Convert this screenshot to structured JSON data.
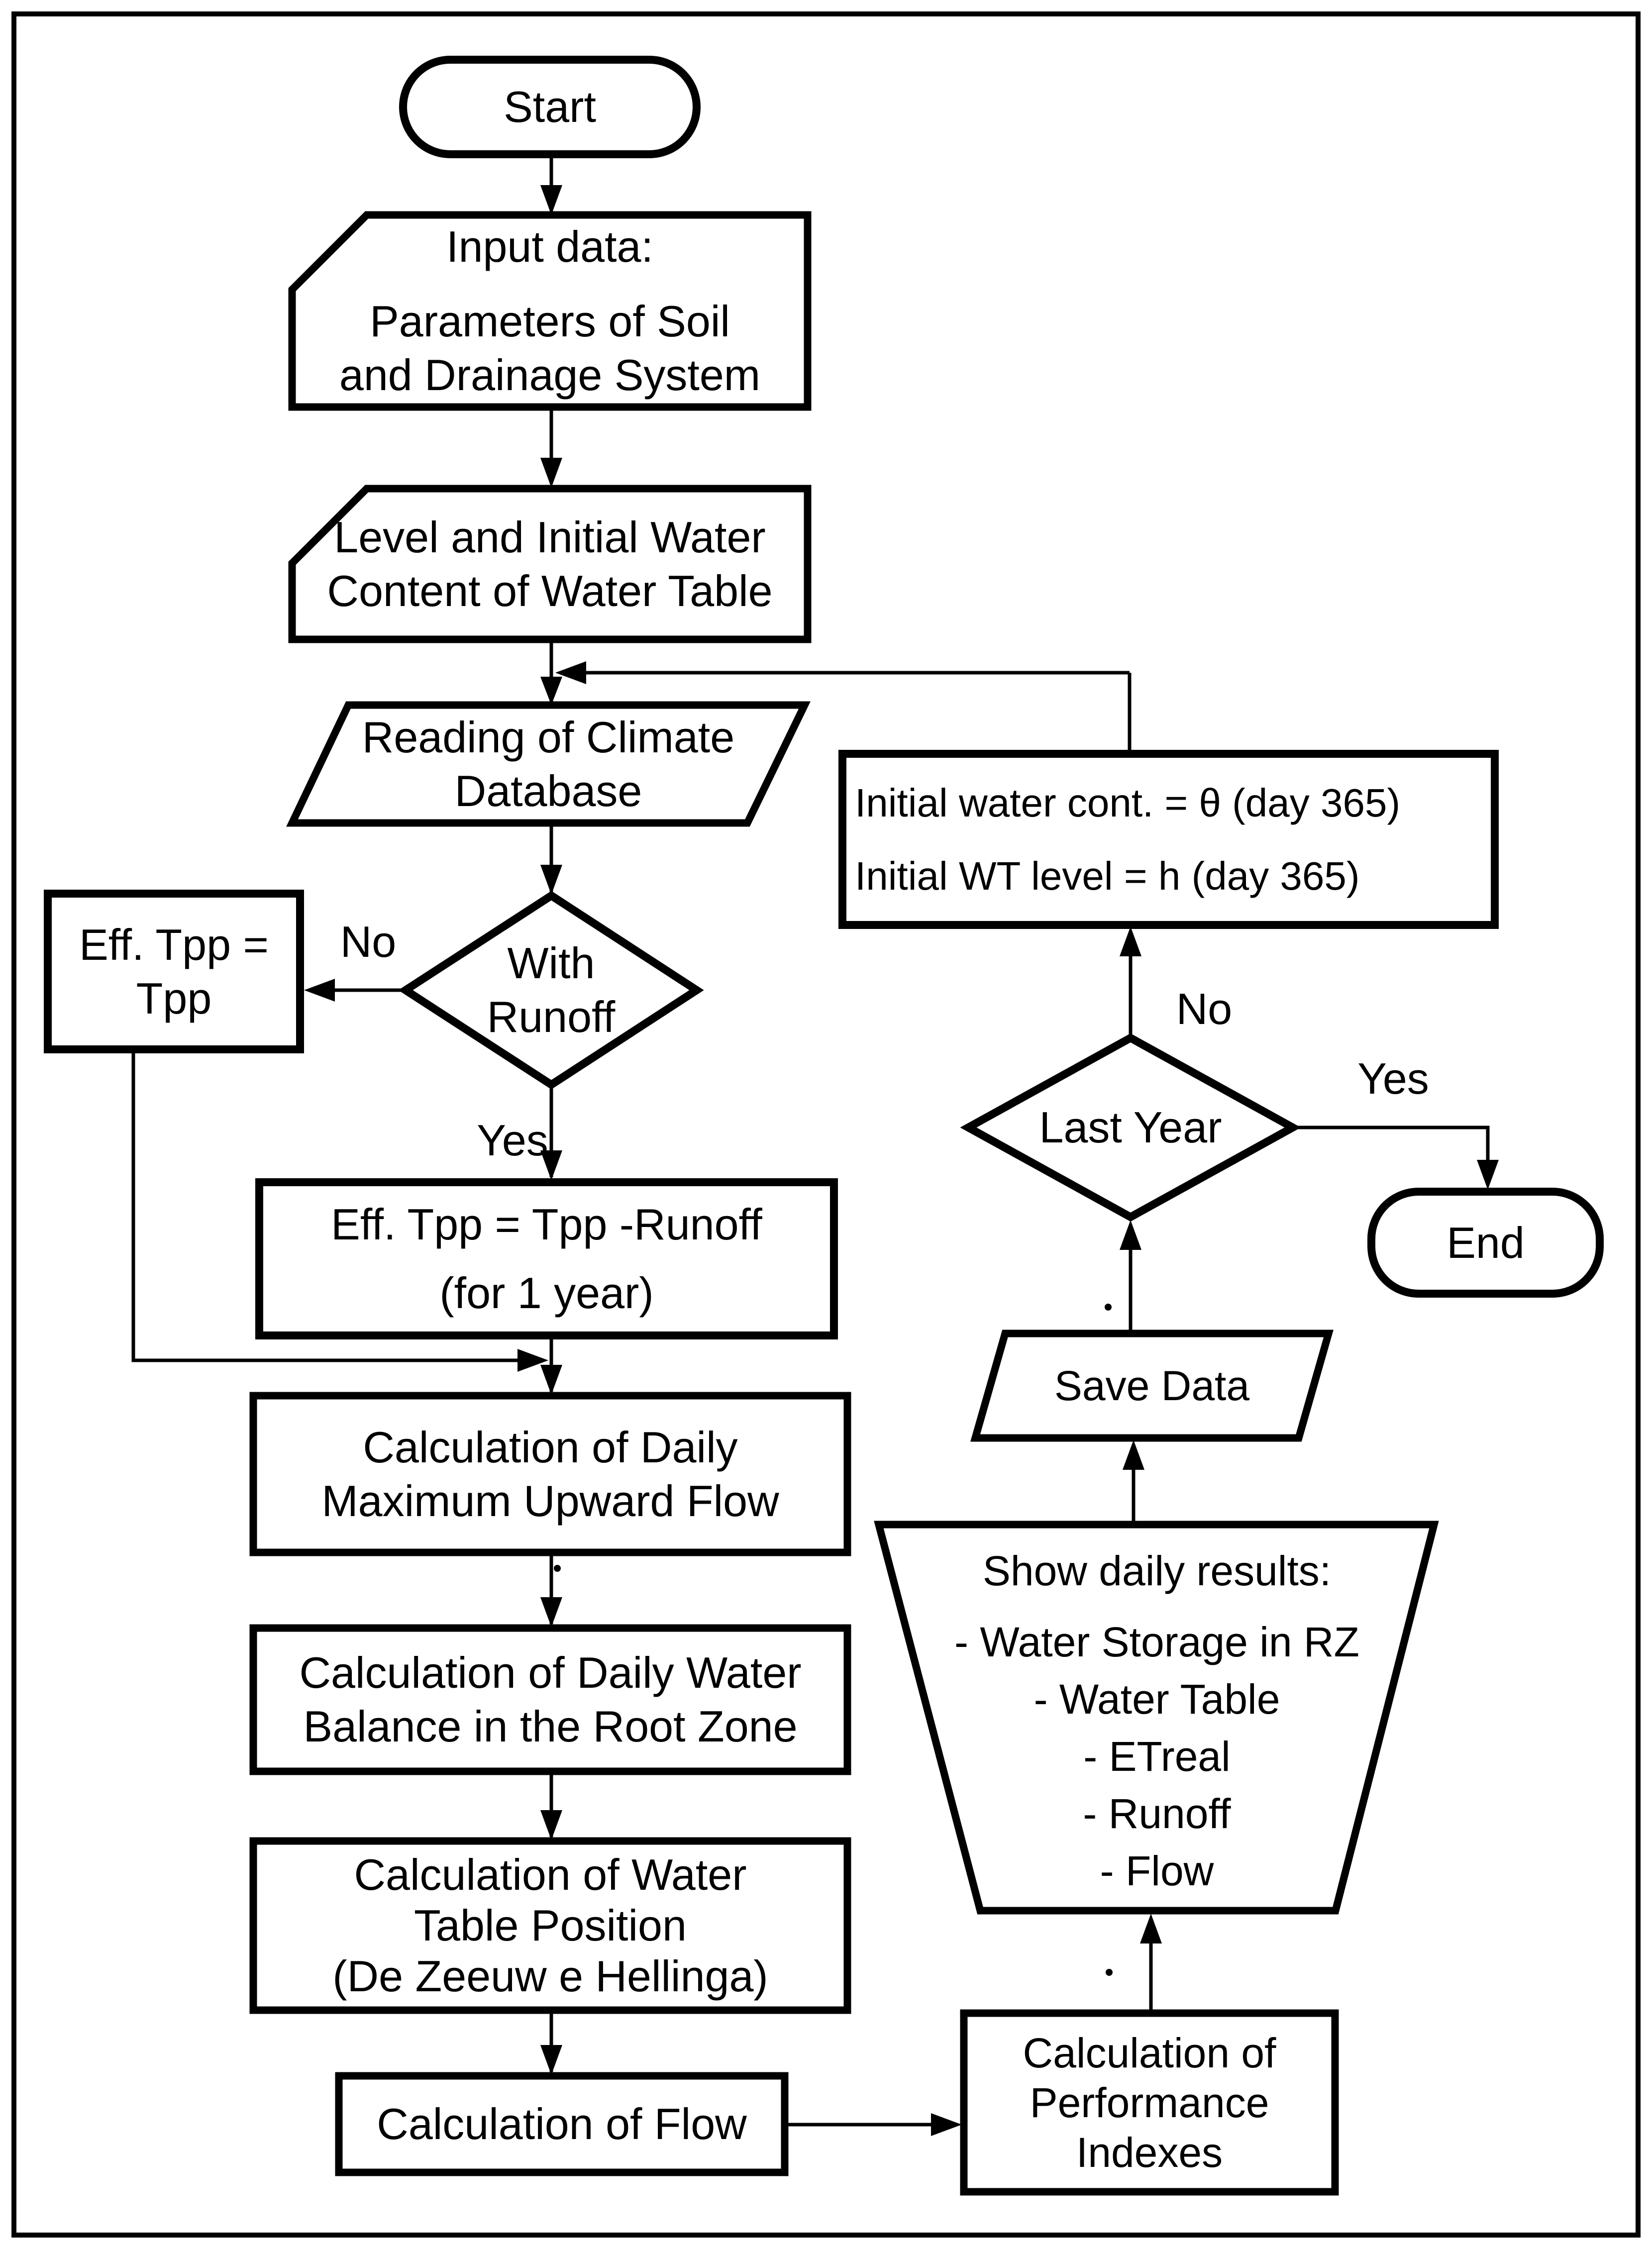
{
  "page": {
    "background_color": "#ffffff",
    "line_color": "#000000"
  },
  "flowchart": {
    "nodes": {
      "start": {
        "label": "Start"
      },
      "input_data": {
        "lines": [
          "Input data:",
          "Parameters of Soil",
          "and Drainage System"
        ]
      },
      "level_initial": {
        "lines": [
          "Level and Initial Water",
          "Content of Water Table"
        ]
      },
      "reading_climate": {
        "lines": [
          "Reading of Climate",
          "Database"
        ]
      },
      "with_runoff": {
        "lines": [
          "With",
          "Runoff"
        ]
      },
      "eff_tpp": {
        "lines": [
          "Eff. Tpp =",
          "Tpp"
        ]
      },
      "eff_tpp_runoff": {
        "lines": [
          "Eff. Tpp = Tpp -Runoff",
          "(for 1 year)"
        ]
      },
      "calc_upward": {
        "lines": [
          "Calculation of Daily",
          "Maximum Upward Flow"
        ]
      },
      "calc_balance": {
        "lines": [
          "Calculation of Daily Water",
          "Balance in the Root Zone"
        ]
      },
      "calc_water_table": {
        "lines": [
          "Calculation of Water",
          "Table Position",
          "(De Zeeuw e Hellinga)"
        ]
      },
      "calc_flow": {
        "label": "Calculation of Flow"
      },
      "performance": {
        "lines": [
          "Calculation of",
          "Performance",
          "Indexes"
        ]
      },
      "show_results": {
        "title": "Show daily results:",
        "items": [
          "- Water Storage in RZ",
          "- Water Table",
          "- ETreal",
          "- Runoff",
          "- Flow"
        ]
      },
      "save_data": {
        "label": "Save Data"
      },
      "last_year": {
        "label": "Last Year"
      },
      "initial_values": {
        "lines": [
          "Initial water cont. = θ (day 365)",
          "Initial WT level = h (day 365)"
        ]
      },
      "end": {
        "label": "End"
      }
    },
    "edge_labels": {
      "runoff_no": "No",
      "runoff_yes": "Yes",
      "last_year_no": "No",
      "last_year_yes": "Yes"
    }
  }
}
